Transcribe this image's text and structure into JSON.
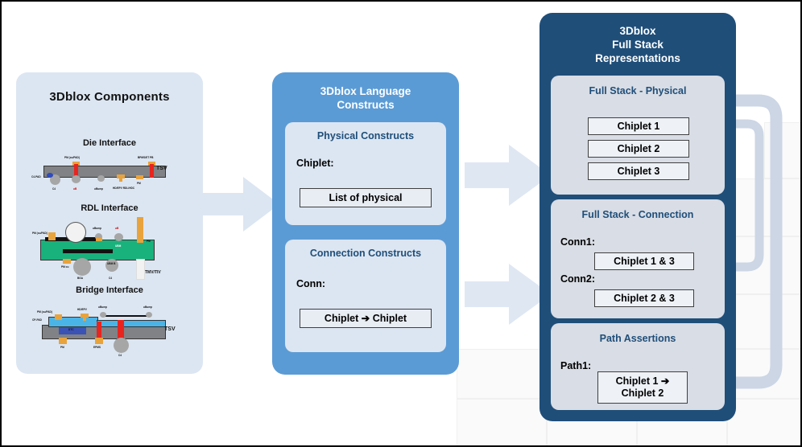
{
  "background": {
    "frame_color": "#000000",
    "canvas_color": "#ffffff"
  },
  "colors": {
    "left_panel": "#dce6f2",
    "mid_panel": "#5b9bd5",
    "right_panel": "#1f4e79",
    "subpanel_light": "#dce6f2",
    "subpanel_grey": "#d9dde5",
    "heading_blue": "#1f4e79",
    "arrow_pale": "#dce6f2",
    "box_border": "#3f3f3f"
  },
  "left_panel": {
    "title": "3Dblox Components",
    "sections": [
      {
        "caption": "Die Interface",
        "labels": [
          "PM (cu/PAD)",
          "BPMS/ET PB",
          "C4-PAD",
          "C4",
          "uB",
          "uBump",
          "HD/EPV RDL/HDC",
          "PM",
          "TSV"
        ]
      },
      {
        "caption": "RDL Interface",
        "labels": [
          "PM (cu/PAD)",
          "uBump",
          "uB",
          "PM",
          "UBM",
          "PM cu",
          "BGA",
          "C4",
          "UBM B",
          "TMV/TIV"
        ]
      },
      {
        "caption": "Bridge Interface",
        "labels": [
          "PM (cu/PAD)",
          "HD/EPV",
          "uBump",
          "uBump",
          "CP-PAD",
          "DTC",
          "PM",
          "EPMS",
          "C4",
          "TSV"
        ]
      }
    ]
  },
  "mid_panel": {
    "title": "3Dblox Language\nConstructs",
    "title_line1": "3Dblox Language",
    "title_line2": "Constructs",
    "subpanels": [
      {
        "heading": "Physical Constructs",
        "label": "Chiplet:",
        "box": "List of physical"
      },
      {
        "heading": "Connection Constructs",
        "label": "Conn:",
        "box": "Chiplet ➔ Chiplet"
      }
    ]
  },
  "right_panel": {
    "title_line1": "3Dblox",
    "title_line2": "Full Stack",
    "title_line3": "Representations",
    "subpanels": [
      {
        "heading": "Full Stack - Physical",
        "label": "",
        "boxes": [
          "Chiplet 1",
          "Chiplet 2",
          "Chiplet 3"
        ]
      },
      {
        "heading": "Full Stack - Connection",
        "entries": [
          {
            "label": "Conn1:",
            "box": "Chiplet 1 & 3"
          },
          {
            "label": "Conn2:",
            "box": "Chiplet 2 & 3"
          }
        ]
      },
      {
        "heading": "Path Assertions",
        "entries": [
          {
            "label": "Path1:",
            "box_line1": "Chiplet 1 ➔",
            "box_line2": "Chiplet 2"
          }
        ]
      }
    ]
  },
  "arrows": [
    {
      "name": "components-to-language",
      "direction": "right"
    },
    {
      "name": "language-to-physical",
      "direction": "right"
    },
    {
      "name": "language-to-connection",
      "direction": "right"
    },
    {
      "name": "path-feedback-outer",
      "direction": "left"
    },
    {
      "name": "connection-feedback-inner",
      "direction": "left"
    }
  ]
}
